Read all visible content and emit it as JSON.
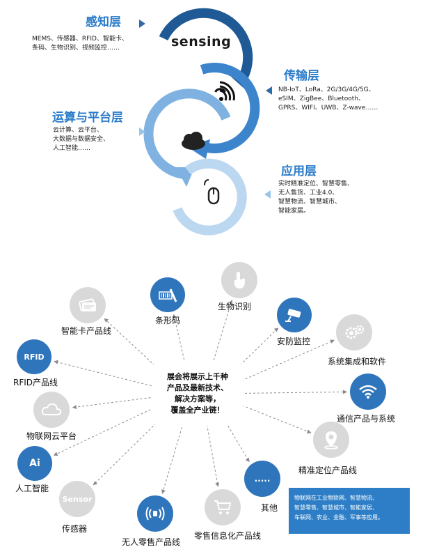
{
  "top": {
    "layers": [
      {
        "title": "感知层",
        "desc": [
          "MEMS、传感器、RFID、智能卡、",
          "条码、生物识别、视频监控……"
        ]
      },
      {
        "title": "传输层",
        "desc": [
          "NB-IoT、LoRa、2G/3G/4G/5G、",
          "eSIM、ZigBee、Bluetooth、",
          "GPRS、WIFI、UWB、Z-wave……"
        ]
      },
      {
        "title": "运算与平台层",
        "desc": [
          "云计算、云平台、",
          "大数据与数据安全、",
          "人工智能……"
        ]
      },
      {
        "title": "应用层",
        "desc": [
          "实时精准定位、智慧零售、",
          "无人售货、工业4.0、",
          "智慧物流、智慧城市、",
          "智能家居。"
        ]
      }
    ],
    "sensing_word": "sensing",
    "icons": [
      "wifi-signal-icon",
      "cloud-icon",
      "mouse-pointer-icon"
    ]
  },
  "bottom": {
    "center_text": "展会将展示上千种\n产品及最新技术、\n解决方案等，\n覆盖全产业链！",
    "nodes": [
      {
        "label": "条形码",
        "icon": "barcode-scanner-icon",
        "color": "#2f75bc"
      },
      {
        "label": "生物识别",
        "icon": "fingerprint-touch-icon",
        "color": "#d9d9d9"
      },
      {
        "label": "安防监控",
        "icon": "security-camera-icon",
        "color": "#2f75bc"
      },
      {
        "label": "系统集成和软件",
        "icon": "gears-icon",
        "color": "#d9d9d9"
      },
      {
        "label": "通信产品与系统",
        "icon": "wifi-icon",
        "color": "#2f75bc"
      },
      {
        "label": "精准定位产品线",
        "icon": "map-pin-icon",
        "color": "#d9d9d9"
      },
      {
        "label": "其他",
        "icon": "more-dots-icon",
        "color": "#2f75bc",
        "icon_text": "....."
      },
      {
        "label": "零售信息化产品线",
        "icon": "shopping-cart-icon",
        "color": "#d9d9d9"
      },
      {
        "label": "无人零售产品线",
        "icon": "nfc-signal-icon",
        "color": "#2f75bc"
      },
      {
        "label": "传感器",
        "icon": "sensor-icon",
        "color": "#d9d9d9",
        "icon_text": "Sensor"
      },
      {
        "label": "人工智能",
        "icon": "ai-icon",
        "color": "#2f75bc",
        "icon_text": "Ai"
      },
      {
        "label": "物联网云平台",
        "icon": "cloud-icon",
        "color": "#d9d9d9"
      },
      {
        "label": "RFID产品线",
        "icon": "rfid-icon",
        "color": "#2f75bc",
        "icon_text": "RFID"
      },
      {
        "label": "智能卡产品线",
        "icon": "smart-card-icon",
        "color": "#d9d9d9"
      }
    ],
    "note": [
      "物联网在工业物联网、智慧物流、",
      "智慧零售、智慧城市、智能家居、",
      "车联网、农业、金融、军事等应用。"
    ]
  },
  "colors": {
    "dark_blue": "#2f6aa8",
    "mid_blue": "#2f75bc",
    "light_blue": "#a9cdee",
    "title_blue": "#2a7bc9",
    "gray": "#d9d9d9"
  }
}
